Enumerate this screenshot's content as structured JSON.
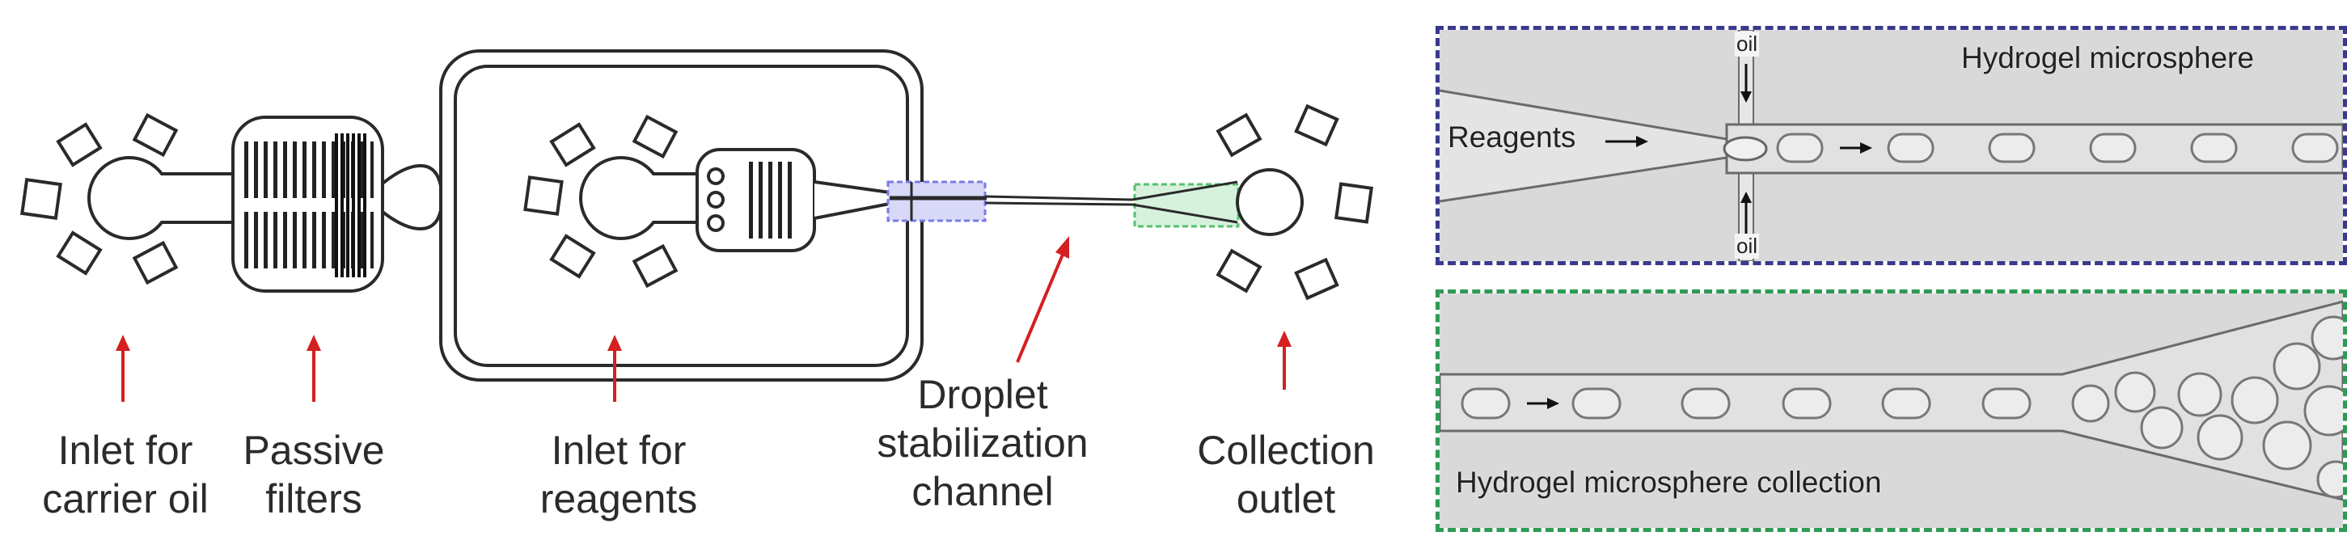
{
  "labels": {
    "inlet_oil": [
      "Inlet for",
      "carrier oil"
    ],
    "filters": [
      "Passive",
      "filters"
    ],
    "inlet_reagents": [
      "Inlet for",
      "reagents"
    ],
    "stabilization": [
      "Droplet",
      "stabilization",
      "channel"
    ],
    "collection": [
      "Collection",
      "outlet"
    ]
  },
  "micrograph_top": {
    "reagents_label": "Reagents",
    "oil_top": "oil",
    "oil_bottom": "oil",
    "title": "Hydrogel microsphere"
  },
  "micrograph_bottom": {
    "caption": "Hydrogel microsphere collection"
  },
  "colors": {
    "arrow": "#d42020",
    "outline": "#2a2a2a",
    "generator_box": "#7b7be8",
    "collection_box": "#55c26e",
    "top_panel_border": "#3a3a8c",
    "bottom_panel_border": "#2e9a55",
    "micrograph_bg": "#d9d9d9"
  }
}
